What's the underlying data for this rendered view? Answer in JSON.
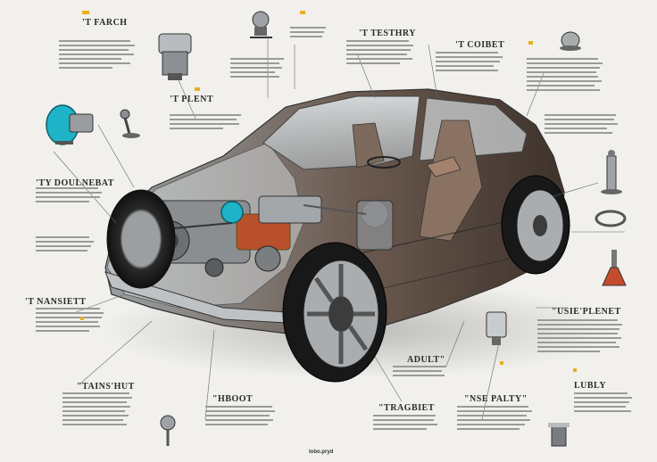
{
  "labels": {
    "farch": "'T FARCH",
    "plent": "'T PLENT",
    "doulnebat": "'TY DOULNEBAT",
    "nansiett": "'T NANSIETT",
    "tainshut": "\"TAINS'HUT",
    "hboot": "\"HBOOT",
    "tragbiet": "\"TRAGBIET",
    "adult": "ADULT\"",
    "nsepalty": "\"NSE PALTY\"",
    "lubly": "LUBLY",
    "usieplenet": "\"USIE'PLENET",
    "coibet": "'T COIBET",
    "testhry": "'T TESTHRY"
  },
  "footer": "lobo.pryd",
  "colors": {
    "background": "#f1f0ec",
    "accent": "#e8b020",
    "teal": "#1fb3c7",
    "car_body": "#4a3d35",
    "engine_red": "#b8502c"
  }
}
